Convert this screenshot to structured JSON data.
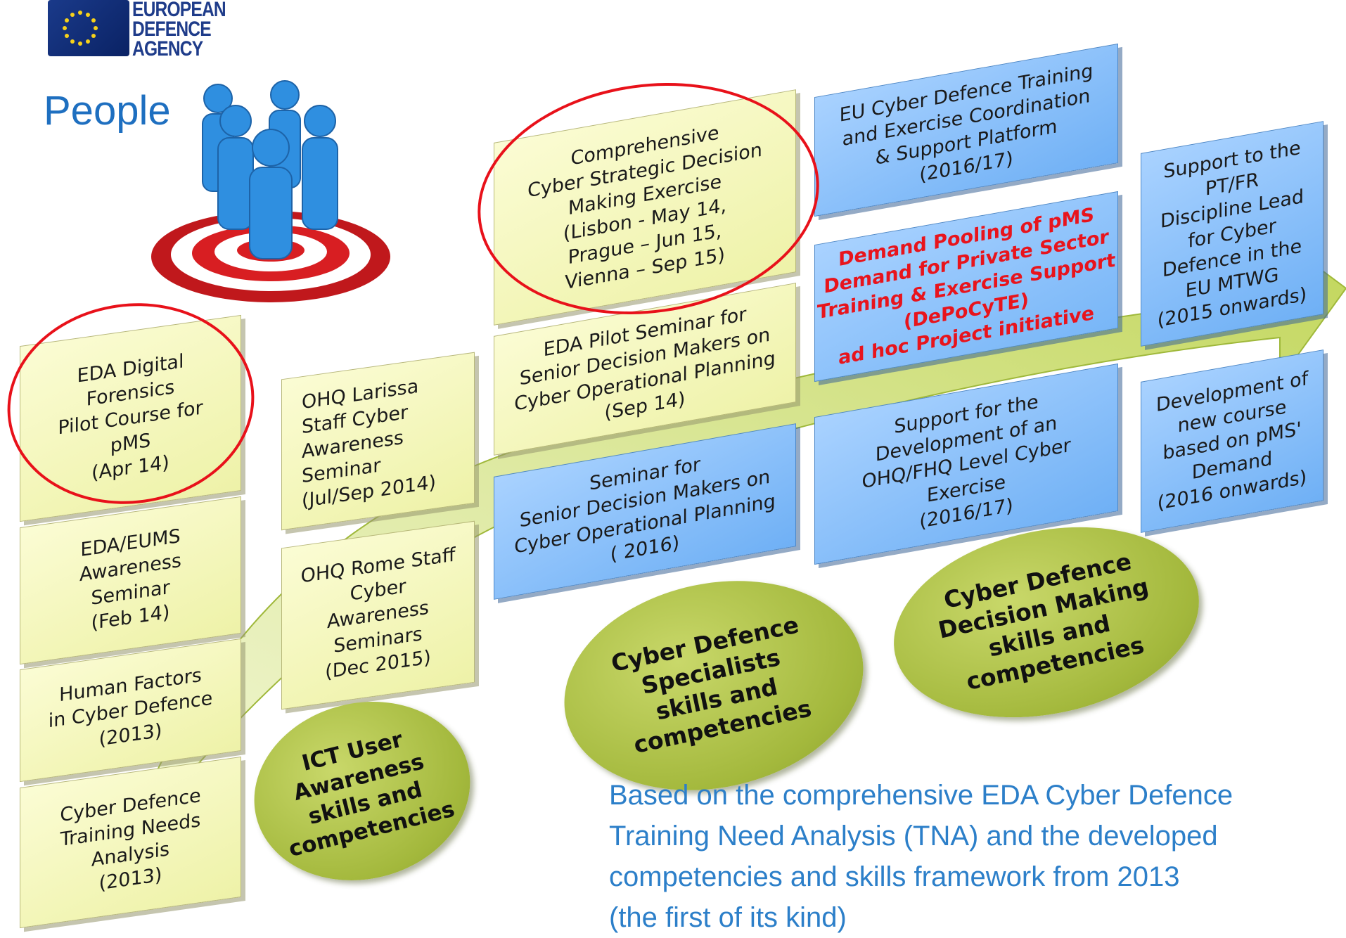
{
  "logo": {
    "lines": [
      "EUROPEAN",
      "DEFENCE",
      "AGENCY"
    ],
    "icon": "eu-stars-logo-icon"
  },
  "title": "People",
  "people_icon": "people-on-target-icon",
  "columns": [
    {
      "boxes": [
        {
          "text": "EDA Digital\nForensics\nPilot Course for\npMS\n(Apr 14)",
          "style": "yellow"
        },
        {
          "text": "EDA/EUMS\nAwareness\nSeminar\n(Feb 14)",
          "style": "yellow"
        },
        {
          "text": "Human Factors\nin Cyber Defence\n(2013)",
          "style": "yellow"
        },
        {
          "text": "Cyber Defence\nTraining Needs\nAnalysis\n(2013)",
          "style": "yellow"
        }
      ]
    },
    {
      "boxes": [
        {
          "text": "OHQ Larissa\nStaff Cyber\nAwareness\nSeminar\n(Jul/Sep 2014)",
          "style": "yellow"
        },
        {
          "text": "OHQ Rome Staff\nCyber\nAwareness\nSeminars\n(Dec 2015)",
          "style": "yellow"
        }
      ]
    },
    {
      "boxes": [
        {
          "text": "Comprehensive\nCyber Strategic Decision\nMaking Exercise\n(Lisbon - May 14,\nPrague – Jun 15,\nVienna – Sep 15)",
          "style": "yellow"
        },
        {
          "text": "EDA Pilot Seminar for\nSenior Decision Makers on\nCyber Operational Planning\n(Sep 14)",
          "style": "yellow"
        },
        {
          "text": "Seminar for\nSenior Decision Makers on\nCyber Operational Planning\n( 2016)",
          "style": "blue"
        }
      ]
    },
    {
      "boxes": [
        {
          "text": "EU Cyber Defence Training\nand Exercise Coordination\n& Support Platform\n(2016/17)",
          "style": "blue"
        },
        {
          "text": "Demand Pooling of pMS\nDemand for Private Sector\nTraining & Exercise Support\n(DePoCyTE)\nad hoc Project initiative",
          "style": "blue-red"
        },
        {
          "text": "Support for the\nDevelopment of an\nOHQ/FHQ Level Cyber\nExercise\n(2016/17)",
          "style": "blue"
        }
      ]
    },
    {
      "boxes": [
        {
          "text": "Support to the\nPT/FR\nDiscipline Lead\nfor Cyber\nDefence in the\nEU MTWG\n(2015 onwards)",
          "style": "blue"
        },
        {
          "text": "Development of\nnew course\nbased on pMS'\nDemand\n(2016 onwards)",
          "style": "blue"
        }
      ]
    }
  ],
  "ovals": [
    "ICT User\nAwareness\nskills and\ncompetencies",
    "Cyber Defence\nSpecialists\nskills and\ncompetencies",
    "Cyber Defence\nDecision Making\nskills and\ncompetencies"
  ],
  "note": "Based on the comprehensive EDA Cyber Defence\nTraining Need Analysis (TNA) and the developed\ncompetencies and skills framework from 2013\n(the first of its kind)",
  "colors": {
    "highlight_circle": "#e8111a",
    "title_blue": "#1e6fc0",
    "note_blue": "#2c7fc9",
    "red_text": "#e8141c",
    "arrow_green": "#c2d55a"
  }
}
